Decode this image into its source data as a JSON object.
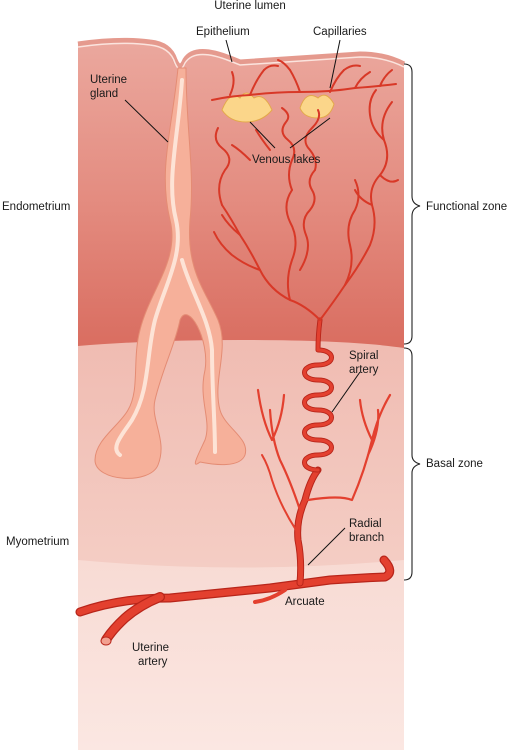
{
  "colors": {
    "functional_top": "#e9a39a",
    "functional_bottom": "#dd7467",
    "basal_zone": "#f1c1b8",
    "myometrium": "#f8ddd6",
    "artery": "#e3402f",
    "artery_dark": "#b8251a",
    "gland_fill": "#f8b9a0",
    "gland_core": "#fde4d8",
    "venous_lake": "#fbd68a"
  },
  "labels": {
    "uterine_lumen": "Uterine lumen",
    "epithelium": "Epithelium",
    "capillaries": "Capillaries",
    "uterine_gland_1": "Uterine",
    "uterine_gland_2": "gland",
    "venous_lakes": "Venous lakes",
    "endometrium": "Endometrium",
    "functional_zone": "Functional zone",
    "spiral_artery_1": "Spiral",
    "spiral_artery_2": "artery",
    "basal_zone": "Basal zone",
    "myometrium": "Myometrium",
    "radial_branch_1": "Radial",
    "radial_branch_2": "branch",
    "arcuate": "Arcuate",
    "uterine_artery_1": "Uterine",
    "uterine_artery_2": "artery"
  }
}
